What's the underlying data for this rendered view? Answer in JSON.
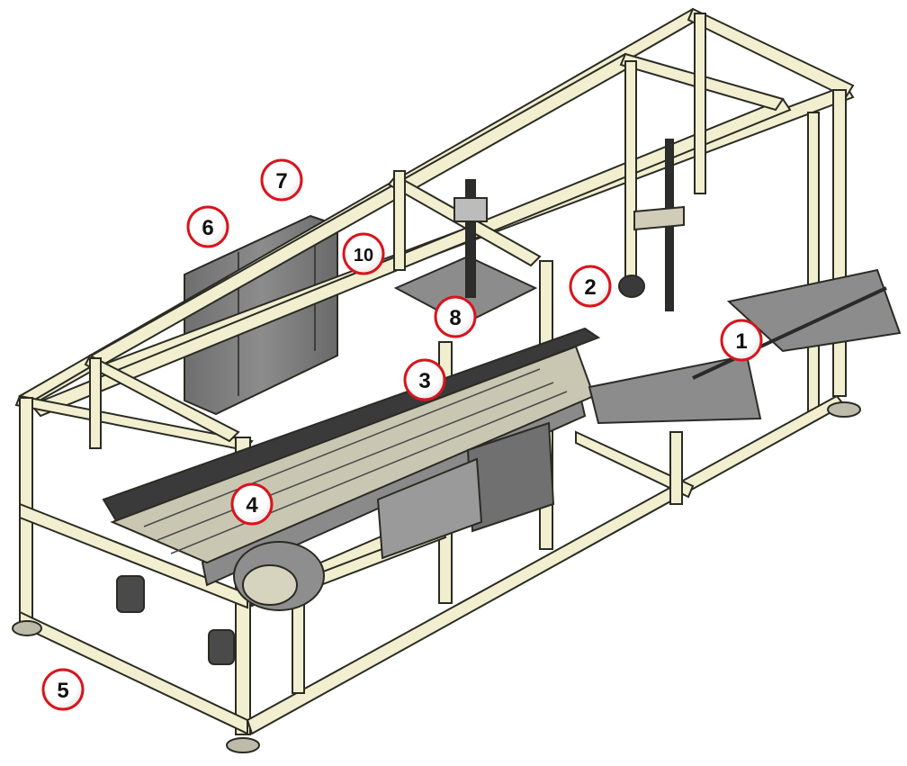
{
  "diagram": {
    "callouts": [
      {
        "id": "1",
        "label": "1"
      },
      {
        "id": "2",
        "label": "2"
      },
      {
        "id": "3",
        "label": "3"
      },
      {
        "id": "4",
        "label": "4"
      },
      {
        "id": "5",
        "label": "5"
      },
      {
        "id": "6",
        "label": "6"
      },
      {
        "id": "7",
        "label": "7"
      },
      {
        "id": "8",
        "label": "8"
      },
      {
        "id": "10",
        "label": "10"
      }
    ],
    "colors": {
      "frame_fill": "#f1efcf",
      "frame_stroke": "#2b2b24",
      "panel_gray": "#7d7d7d",
      "panel_dark": "#555555",
      "belt_dark": "#3a3a3a",
      "callout_ring": "#d9141c",
      "callout_fill": "#ffffff",
      "background": "#ffffff"
    }
  }
}
